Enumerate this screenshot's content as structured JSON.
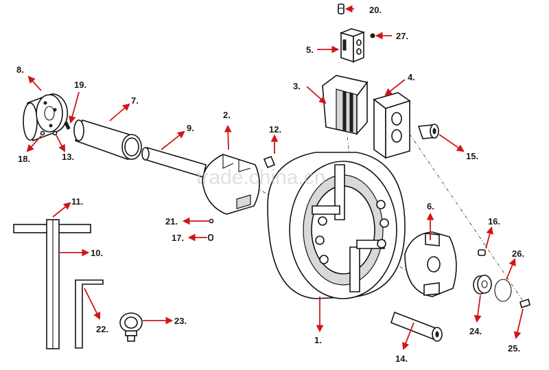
{
  "accent_color": "#d01616",
  "line_color": "#111111",
  "watermark": "trade.china.cn",
  "labels": {
    "p1": "1.",
    "p2": "2.",
    "p3": "3.",
    "p4": "4.",
    "p5": "5.",
    "p6": "6.",
    "p7": "7.",
    "p8": "8.",
    "p9": "9.",
    "p10": "10.",
    "p11": "11.",
    "p12": "12.",
    "p13": "13.",
    "p14": "14.",
    "p15": "15.",
    "p16": "16.",
    "p17": "17.",
    "p18": "18.",
    "p19": "19.",
    "p20": "20.",
    "p21": "21.",
    "p22": "22.",
    "p23": "23.",
    "p24": "24.",
    "p25": "25.",
    "p26": "26.",
    "p27": "27."
  }
}
